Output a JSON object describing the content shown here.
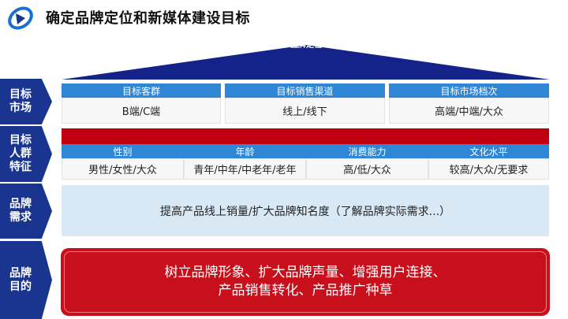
{
  "title": "确定品牌定位和新媒体建设目标",
  "roof_label": "—品牌定位—",
  "colors": {
    "navy": "#1a3590",
    "header_blue": "#2e86d4",
    "red": "#c8101c",
    "light_blue": "#d9e8f5"
  },
  "rows": {
    "market": {
      "label_line1": "目标",
      "label_line2": "市场",
      "headers": [
        "目标客群",
        "目标销售渠道",
        "目标市场档次"
      ],
      "values": [
        "B端/C端",
        "线上/线下",
        "高端/中端/大众"
      ]
    },
    "crowd": {
      "label_line1": "目标",
      "label_line2": "人群",
      "label_line3": "特征",
      "headers": [
        "性别",
        "年龄",
        "消费能力",
        "文化水平"
      ],
      "values": [
        "男性/女性/大众",
        "青年/中年/中老年/老年",
        "高/低/大众",
        "较高/大众/无要求"
      ]
    },
    "need": {
      "label_line1": "品牌",
      "label_line2": "需求",
      "text": "提高产品线上销量/扩大品牌知名度（了解品牌实际需求...）"
    },
    "goal": {
      "label_line1": "品牌",
      "label_line2": "目的",
      "line1": "树立品牌形象、扩大品牌声量、增强用户连接、",
      "line2": "产品销售转化、产品推广种草"
    }
  }
}
